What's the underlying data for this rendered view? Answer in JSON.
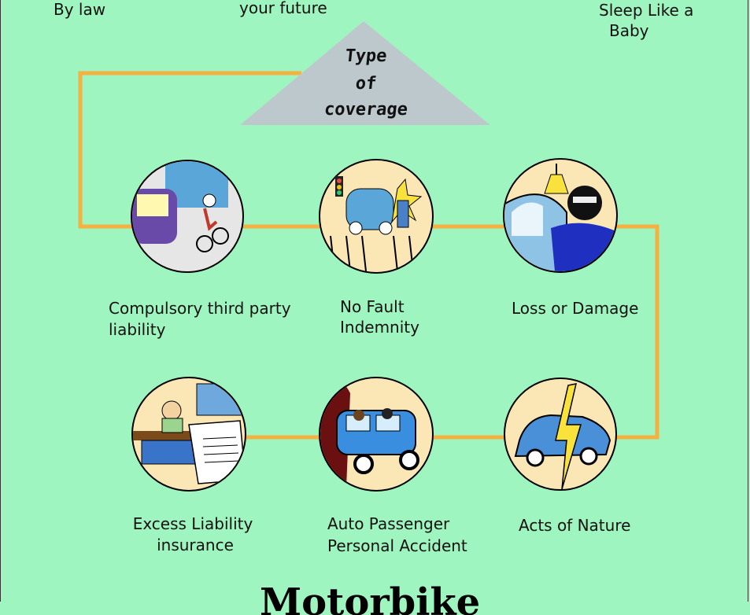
{
  "top_texts": {
    "left": "By law",
    "middle": "your future",
    "right_line1": "Sleep Like a",
    "right_line2": "Baby"
  },
  "triangle": {
    "line1": "Type",
    "line2": "of",
    "line3": "coverage"
  },
  "nodes": [
    {
      "label_line1": "Compulsory third party",
      "label_line2": "liability"
    },
    {
      "label_line1": "No Fault",
      "label_line2": "Indemnity"
    },
    {
      "label_line1": "Loss or Damage",
      "label_line2": ""
    },
    {
      "label_line1": "Excess Liability",
      "label_line2": "insurance"
    },
    {
      "label_line1": "Auto Passenger",
      "label_line2": "Personal Accident"
    },
    {
      "label_line1": "Acts of Nature",
      "label_line2": ""
    }
  ],
  "bottom_title": "Motorbike",
  "colors": {
    "background": "#9ff5bf",
    "connector": "#f5b042",
    "triangle": "#bcc8cc",
    "circle_fill": "#fbe6b6"
  }
}
